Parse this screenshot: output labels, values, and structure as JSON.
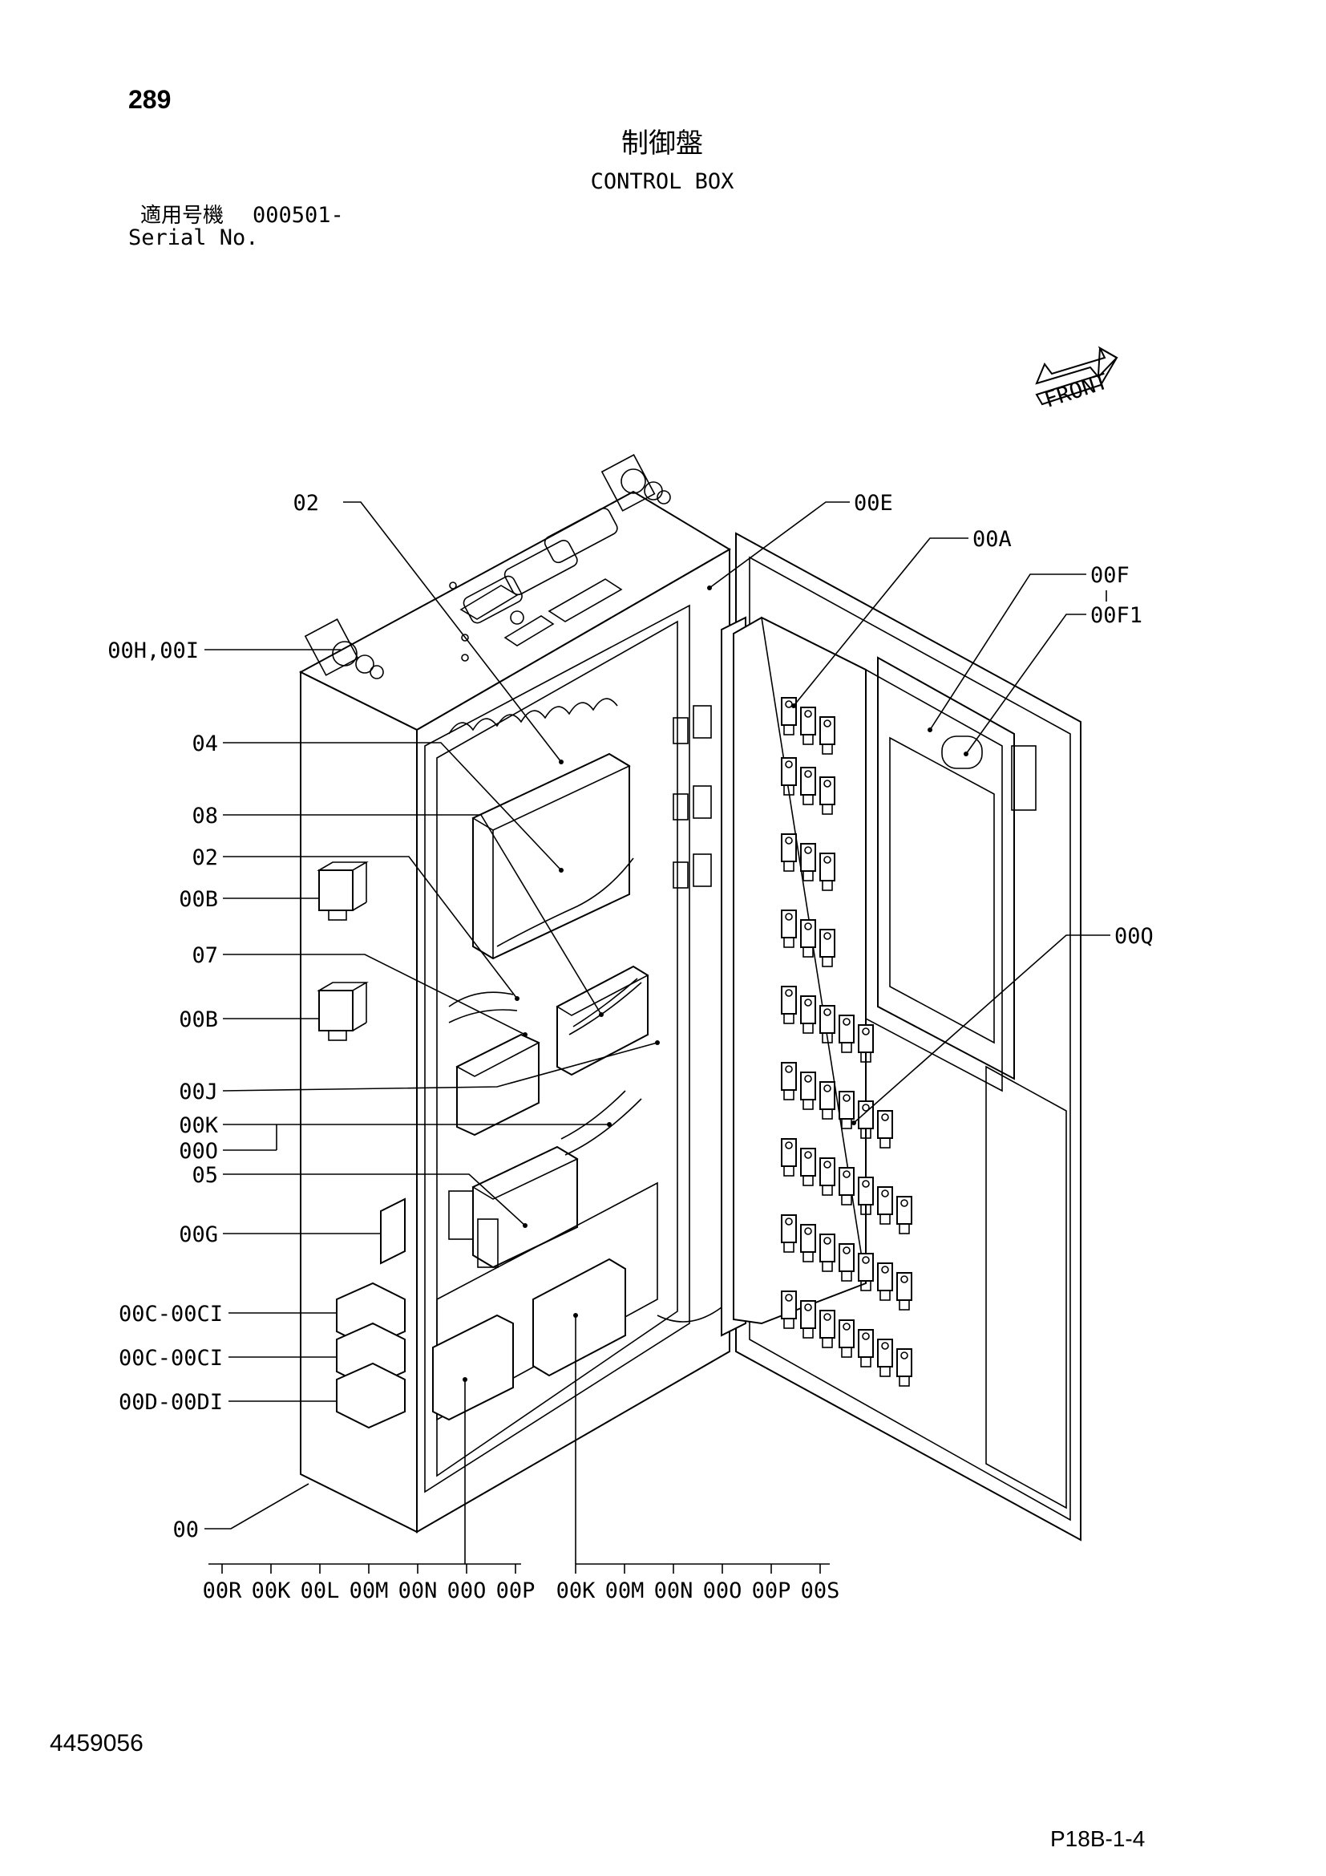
{
  "page": {
    "page_number": "289",
    "title_jp": "制御盤",
    "title_en": "CONTROL BOX",
    "serial_label_jp": "適用号機",
    "serial_value": "000501-",
    "serial_label_en": "Serial No.",
    "doc_number": "4459056",
    "page_code": "P18B-1-4",
    "front_label": "FRONT"
  },
  "callouts": {
    "left": [
      "02",
      "00H,00I",
      "04",
      "08",
      "02",
      "00B",
      "07",
      "00B",
      "00J",
      "00K",
      "00O",
      "05",
      "00G",
      "00C-00CI",
      "00C-00CI",
      "00D-00DI",
      "00"
    ],
    "right": [
      "00E",
      "00A",
      "00F",
      "00F1",
      "00Q"
    ]
  },
  "bottom_groups": {
    "group1": [
      "00R",
      "00K",
      "00L",
      "00M",
      "00N",
      "00O",
      "00P"
    ],
    "group2": [
      "00K",
      "00M",
      "00N",
      "00O",
      "00P",
      "00S"
    ]
  }
}
